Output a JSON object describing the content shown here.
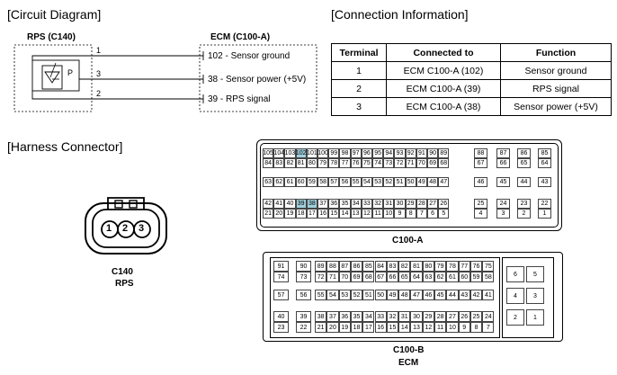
{
  "sections": {
    "circuit_diagram": "[Circuit Diagram]",
    "connection_information": "[Connection Information]",
    "harness_connector": "[Harness Connector]"
  },
  "circuit": {
    "left_title": "RPS (C140)",
    "right_title": "ECM (C100-A)",
    "sensor_symbol_label": "P",
    "wires": [
      {
        "pin": "1",
        "ecm_label": "102 - Sensor ground"
      },
      {
        "pin": "3",
        "ecm_label": "38 - Sensor power (+5V)"
      },
      {
        "pin": "2",
        "ecm_label": "39 - RPS signal"
      }
    ]
  },
  "connection_table": {
    "headers": [
      "Terminal",
      "Connected to",
      "Function"
    ],
    "rows": [
      [
        "1",
        "ECM C100-A (102)",
        "Sensor ground"
      ],
      [
        "2",
        "ECM C100-A (39)",
        "RPS signal"
      ],
      [
        "3",
        "ECM C100-A (38)",
        "Sensor power (+5V)"
      ]
    ]
  },
  "harness": {
    "c140": {
      "pins": [
        "1",
        "2",
        "3"
      ],
      "label1": "C140",
      "label2": "RPS"
    },
    "c100a": {
      "label": "C100-A",
      "highlight_color": "#9fd0dc",
      "highlighted": [
        "102",
        "39",
        "38"
      ],
      "main": [
        [
          "105",
          "104",
          "103",
          "102",
          "101",
          "100",
          "99",
          "98",
          "97",
          "96",
          "95",
          "94",
          "93",
          "92",
          "91",
          "90",
          "89"
        ],
        [
          "84",
          "83",
          "82",
          "81",
          "80",
          "79",
          "78",
          "77",
          "76",
          "75",
          "74",
          "73",
          "72",
          "71",
          "70",
          "69",
          "68"
        ],
        [
          "63",
          "62",
          "61",
          "60",
          "59",
          "58",
          "57",
          "56",
          "55",
          "54",
          "53",
          "52",
          "51",
          "50",
          "49",
          "48",
          "47"
        ],
        [
          "42",
          "41",
          "40",
          "39",
          "38",
          "37",
          "36",
          "35",
          "34",
          "33",
          "32",
          "31",
          "30",
          "29",
          "28",
          "27",
          "26"
        ],
        [
          "21",
          "20",
          "19",
          "18",
          "17",
          "16",
          "15",
          "14",
          "13",
          "12",
          "11",
          "10",
          "9",
          "8",
          "7",
          "6",
          "5"
        ]
      ],
      "side": [
        [
          "88",
          "87",
          "86",
          "85"
        ],
        [
          "67",
          "66",
          "65",
          "64"
        ],
        [
          "46",
          "45",
          "44",
          "43"
        ],
        [
          "25",
          "24",
          "23",
          "22"
        ],
        [
          "4",
          "3",
          "2",
          "1"
        ]
      ]
    },
    "c100b": {
      "label1": "C100-B",
      "label2": "ECM",
      "left": [
        [
          "91",
          "90"
        ],
        [
          "74",
          "73"
        ],
        [
          "57",
          "56"
        ],
        [
          "40",
          "39"
        ],
        [
          "23",
          "22"
        ]
      ],
      "main": [
        [
          "89",
          "88",
          "87",
          "86",
          "85",
          "84",
          "83",
          "82",
          "81",
          "80",
          "79",
          "78",
          "77",
          "76",
          "75"
        ],
        [
          "72",
          "71",
          "70",
          "69",
          "68",
          "67",
          "66",
          "65",
          "64",
          "63",
          "62",
          "61",
          "60",
          "59",
          "58"
        ],
        [
          "55",
          "54",
          "53",
          "52",
          "51",
          "50",
          "49",
          "48",
          "47",
          "46",
          "45",
          "44",
          "43",
          "42",
          "41"
        ],
        [
          "38",
          "37",
          "36",
          "35",
          "34",
          "33",
          "32",
          "31",
          "30",
          "29",
          "28",
          "27",
          "26",
          "25",
          "24"
        ],
        [
          "21",
          "20",
          "19",
          "18",
          "17",
          "16",
          "15",
          "14",
          "13",
          "12",
          "11",
          "10",
          "9",
          "8",
          "7"
        ]
      ],
      "right": [
        [
          "6",
          "5"
        ],
        [
          "4",
          "3"
        ],
        [
          "2",
          "1"
        ]
      ]
    }
  }
}
